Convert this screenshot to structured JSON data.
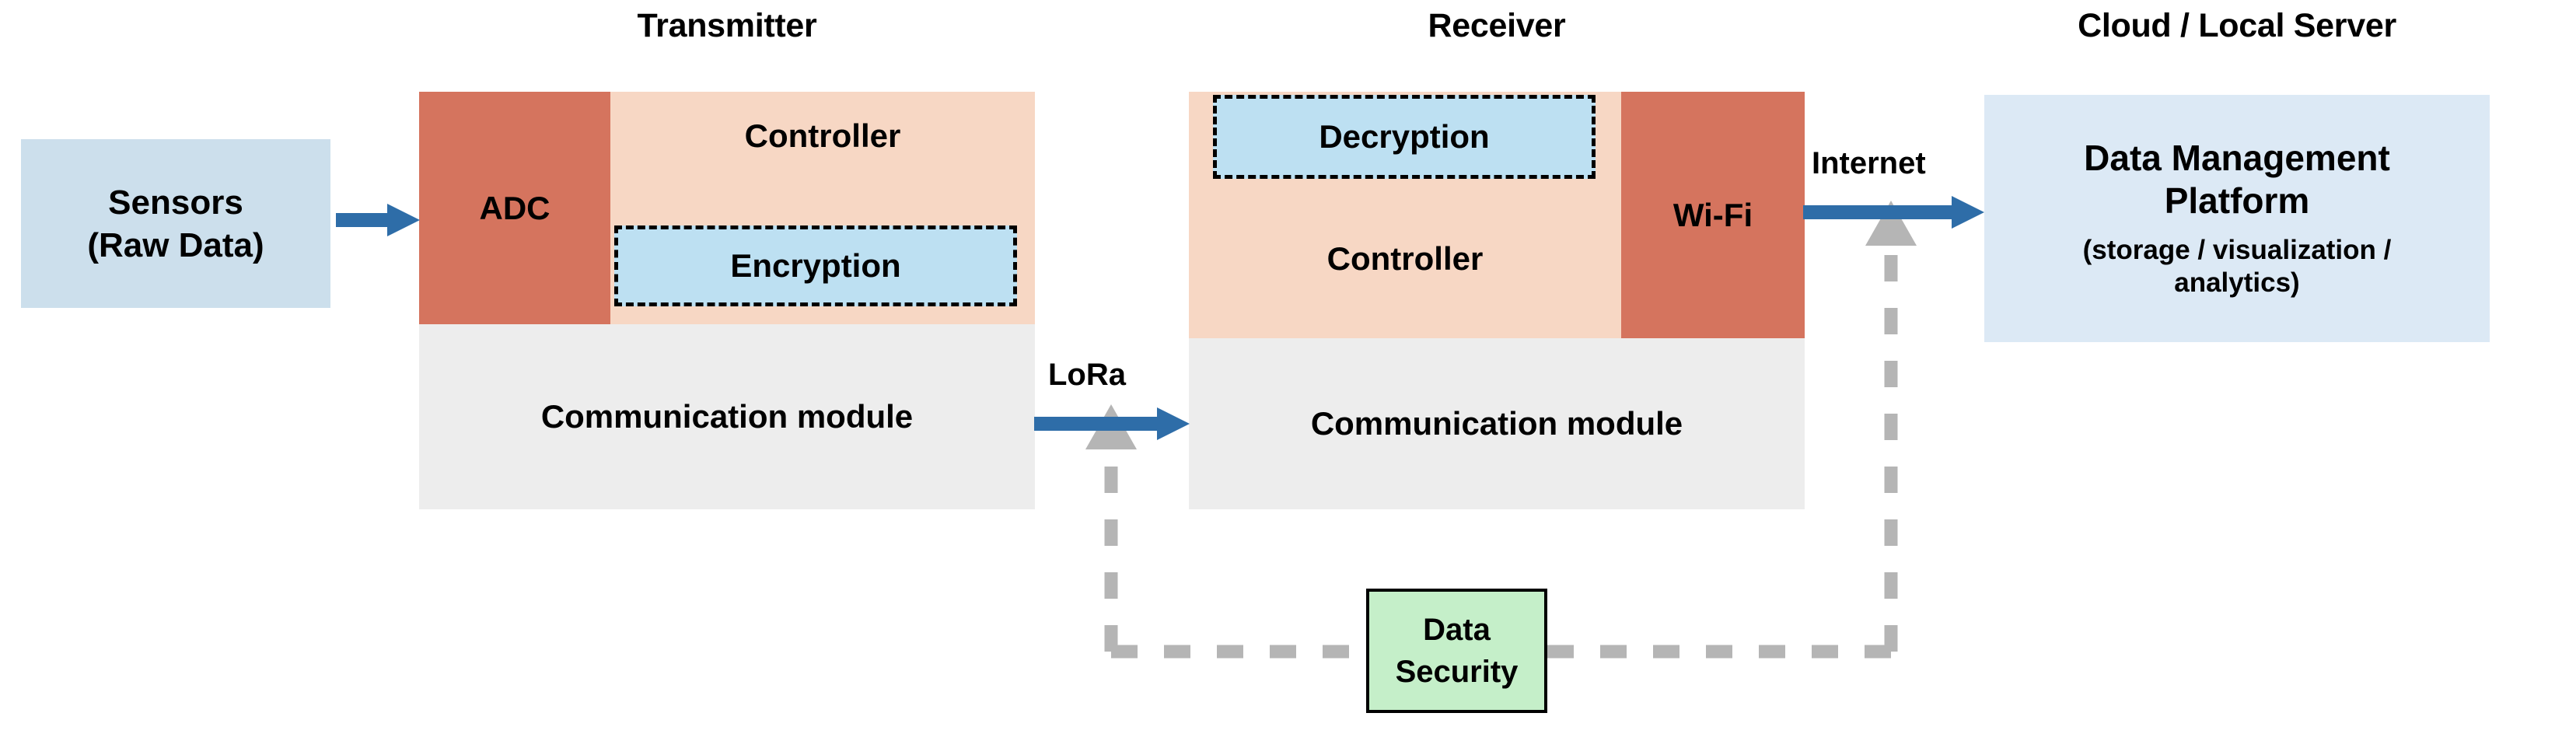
{
  "diagram": {
    "title_sections": [
      {
        "id": "transmitter",
        "label": "Transmitter"
      },
      {
        "id": "receiver",
        "label": "Receiver"
      },
      {
        "id": "server",
        "label": "Cloud / Local Server"
      }
    ],
    "sensors": {
      "line1": "Sensors",
      "line2": "(Raw Data)"
    },
    "transmitter": {
      "adc_label": "ADC",
      "controller_label": "Controller",
      "encryption_label": "Encryption",
      "comm_label": "Communication module"
    },
    "receiver": {
      "decryption_label": "Decryption",
      "controller_label": "Controller",
      "wifi_label": "Wi-Fi",
      "comm_label": "Communication module"
    },
    "server": {
      "platform_line1": "Data Management",
      "platform_line2": "Platform",
      "platform_sub1": "(storage / visualization /",
      "platform_sub2": "analytics)"
    },
    "security": {
      "line1": "Data",
      "line2": "Security"
    },
    "link_labels": {
      "lora": "LoRa",
      "internet": "Internet"
    },
    "colors": {
      "accent_arrow": "#2E6DA8",
      "dashed_line": "#B5B5B5",
      "adc_red": "#D5745E",
      "controller_peach": "#F7D7C4",
      "comm_gray": "#EDEDED",
      "crypto_blue": "#BDE0F2",
      "sensors_blue": "#CCDFEC",
      "platform_blue": "#DCE9F5",
      "security_green": "#C5EFC9"
    }
  }
}
